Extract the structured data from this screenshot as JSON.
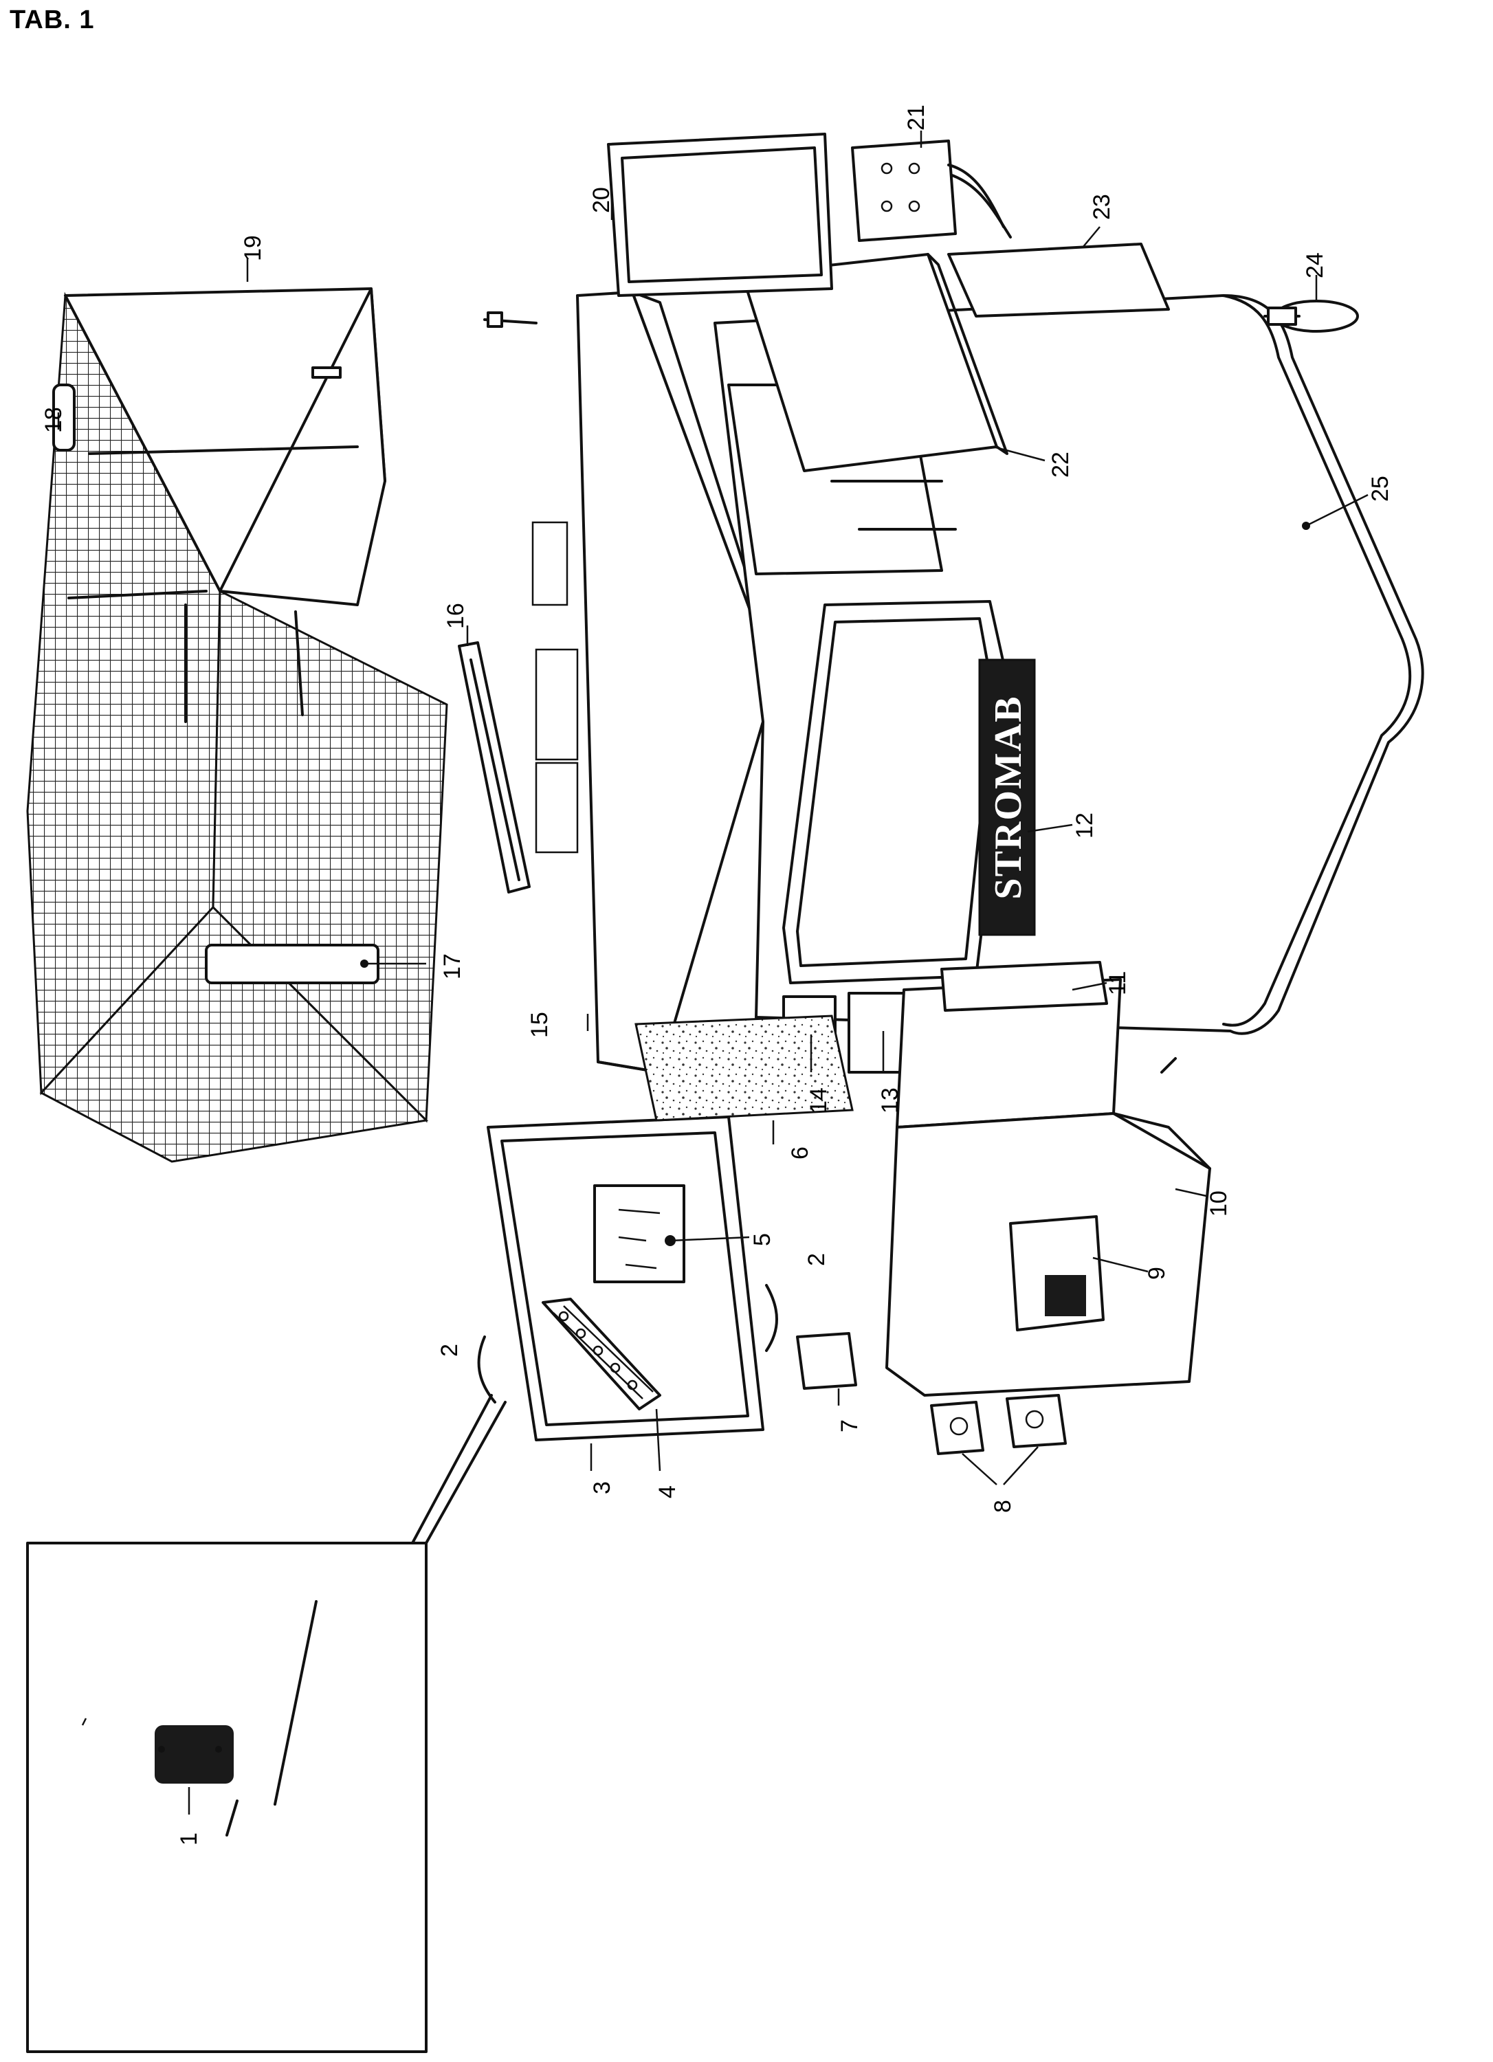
{
  "sheet": {
    "title": "TAB. 1"
  },
  "brand_plate": {
    "text": "STROMAB"
  },
  "callouts": [
    {
      "id": "c1",
      "label": "1"
    },
    {
      "id": "c2a",
      "label": "2"
    },
    {
      "id": "c2b",
      "label": "2"
    },
    {
      "id": "c3",
      "label": "3"
    },
    {
      "id": "c4",
      "label": "4"
    },
    {
      "id": "c5",
      "label": "5"
    },
    {
      "id": "c6",
      "label": "6"
    },
    {
      "id": "c7",
      "label": "7"
    },
    {
      "id": "c8",
      "label": "8"
    },
    {
      "id": "c9",
      "label": "9"
    },
    {
      "id": "c10",
      "label": "10"
    },
    {
      "id": "c11",
      "label": "11"
    },
    {
      "id": "c12",
      "label": "12"
    },
    {
      "id": "c13",
      "label": "13"
    },
    {
      "id": "c14",
      "label": "14"
    },
    {
      "id": "c15",
      "label": "15"
    },
    {
      "id": "c16",
      "label": "16"
    },
    {
      "id": "c17",
      "label": "17"
    },
    {
      "id": "c18",
      "label": "18"
    },
    {
      "id": "c19",
      "label": "19"
    },
    {
      "id": "c20",
      "label": "20"
    },
    {
      "id": "c21",
      "label": "21"
    },
    {
      "id": "c22",
      "label": "22"
    },
    {
      "id": "c23",
      "label": "23"
    },
    {
      "id": "c24",
      "label": "24"
    },
    {
      "id": "c25",
      "label": "25"
    }
  ]
}
